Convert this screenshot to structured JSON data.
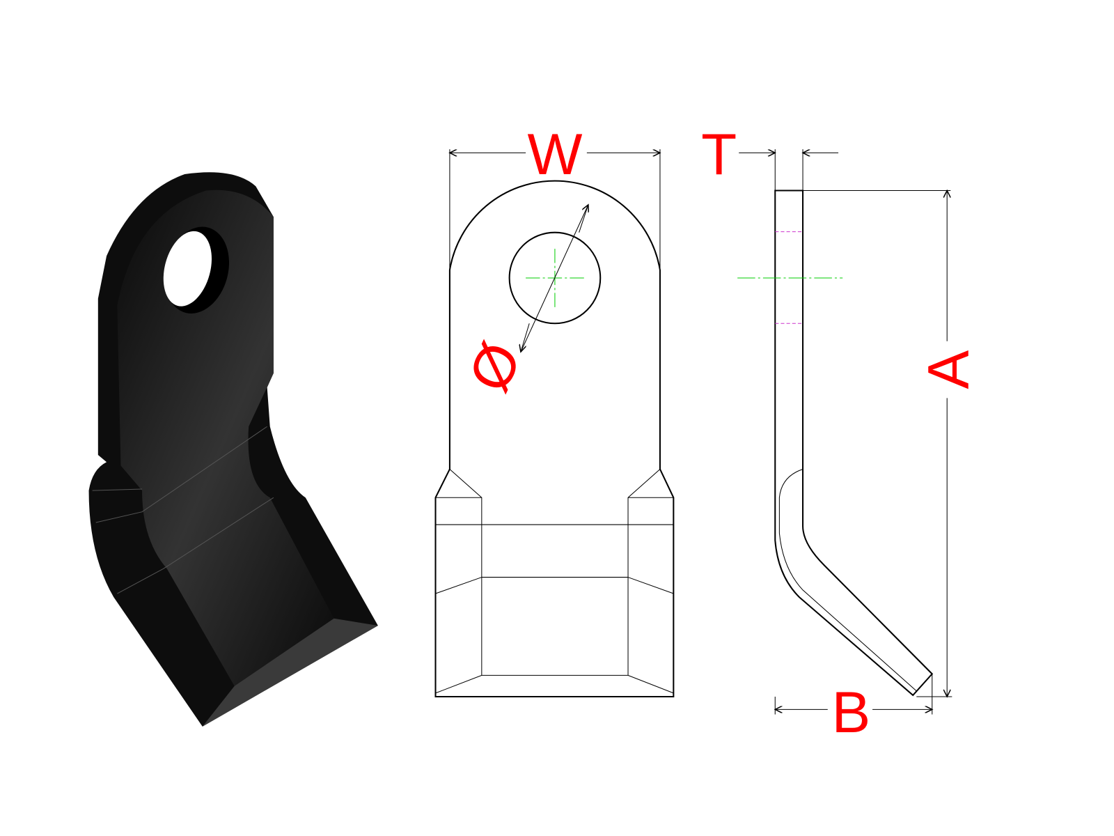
{
  "labels": {
    "width": "W",
    "thickness": "T",
    "length": "A",
    "offset": "B",
    "hole_diameter": "Ø"
  },
  "colors": {
    "dimension_text": "#ff0000",
    "centerline": "#00cc00",
    "hidden_line": "#cc33cc",
    "part_fill": "#111111"
  }
}
